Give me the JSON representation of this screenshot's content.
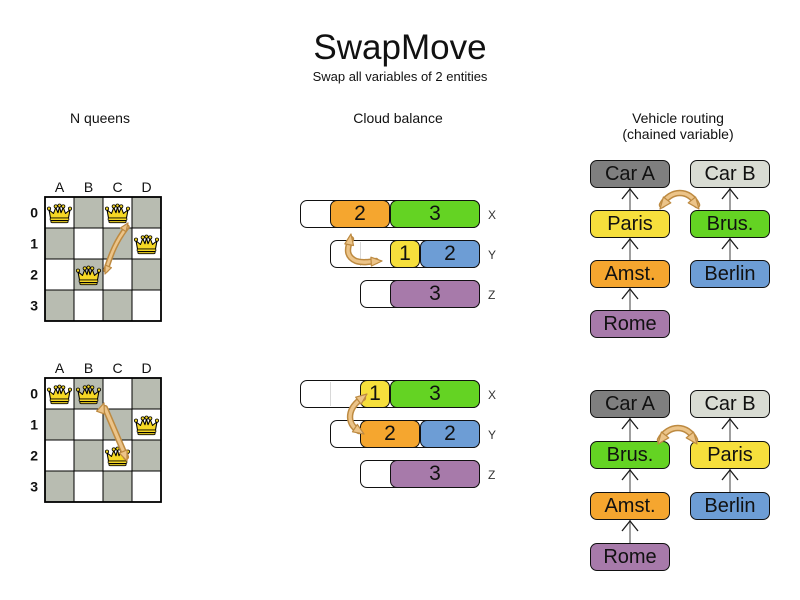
{
  "title": "SwapMove",
  "subtitle": "Swap all variables of 2 entities",
  "sections": {
    "nqueens": {
      "header": "N queens"
    },
    "cloud": {
      "header": "Cloud balance"
    },
    "vehicle": {
      "header_line1": "Vehicle routing",
      "header_line2": "(chained variable)"
    }
  },
  "colors": {
    "orange": "#f5a62f",
    "green": "#64d323",
    "yellow": "#f6df3c",
    "blue": "#6d9dd5",
    "purple": "#a77aaa",
    "car_a": "#7f7f7f",
    "car_b": "#d9dcd3",
    "board_shaded": "#b8bcb1",
    "board_light": "#ffffff",
    "queen_gold": "#f6d825",
    "arrow_fill": "#ecc489",
    "arrow_outline": "#bd8a41",
    "chain_line": "#7f7f7f",
    "chain_chevron": "#1a1a1a"
  },
  "nqueens": {
    "column_labels": [
      "A",
      "B",
      "C",
      "D"
    ],
    "row_labels": [
      "0",
      "1",
      "2",
      "3"
    ],
    "boards": [
      {
        "id": "before",
        "queens": [
          "A0",
          "C0",
          "D1",
          "B2"
        ],
        "swap_from": "C0",
        "swap_to": "B2"
      },
      {
        "id": "after",
        "queens": [
          "A0",
          "B0",
          "D1",
          "C2"
        ],
        "swap_from": "B0",
        "swap_to": "C2"
      }
    ]
  },
  "cloud": {
    "states": [
      {
        "id": "before",
        "rows": [
          {
            "label": "X",
            "capacity": 6,
            "free": 1,
            "blocks": [
              {
                "value": "2",
                "color": "orange"
              },
              {
                "value": "3",
                "color": "green"
              }
            ]
          },
          {
            "label": "Y",
            "capacity": 5,
            "free": 2,
            "blocks": [
              {
                "value": "1",
                "color": "yellow"
              },
              {
                "value": "2",
                "color": "blue"
              }
            ]
          },
          {
            "label": "Z",
            "capacity": 4,
            "free": 1,
            "blocks": [
              {
                "value": "3",
                "color": "purple"
              }
            ]
          }
        ]
      },
      {
        "id": "after",
        "rows": [
          {
            "label": "X",
            "capacity": 6,
            "free": 2,
            "blocks": [
              {
                "value": "1",
                "color": "yellow"
              },
              {
                "value": "3",
                "color": "green"
              }
            ]
          },
          {
            "label": "Y",
            "capacity": 5,
            "free": 1,
            "blocks": [
              {
                "value": "2",
                "color": "orange"
              },
              {
                "value": "2",
                "color": "blue"
              }
            ]
          },
          {
            "label": "Z",
            "capacity": 4,
            "free": 1,
            "blocks": [
              {
                "value": "3",
                "color": "purple"
              }
            ]
          }
        ]
      }
    ]
  },
  "vehicle": {
    "states": [
      {
        "id": "before",
        "chains": [
          {
            "boxes": [
              {
                "label": "Car A",
                "color": "car_a"
              },
              {
                "label": "Paris",
                "color": "yellow"
              },
              {
                "label": "Amst.",
                "color": "orange"
              },
              {
                "label": "Rome",
                "color": "purple"
              }
            ]
          },
          {
            "boxes": [
              {
                "label": "Car B",
                "color": "car_b"
              },
              {
                "label": "Brus.",
                "color": "green"
              },
              {
                "label": "Berlin",
                "color": "blue"
              }
            ]
          }
        ]
      },
      {
        "id": "after",
        "chains": [
          {
            "boxes": [
              {
                "label": "Car A",
                "color": "car_a"
              },
              {
                "label": "Brus.",
                "color": "green"
              },
              {
                "label": "Amst.",
                "color": "orange"
              },
              {
                "label": "Rome",
                "color": "purple"
              }
            ]
          },
          {
            "boxes": [
              {
                "label": "Car B",
                "color": "car_b"
              },
              {
                "label": "Paris",
                "color": "yellow"
              },
              {
                "label": "Berlin",
                "color": "blue"
              }
            ]
          }
        ]
      }
    ]
  }
}
